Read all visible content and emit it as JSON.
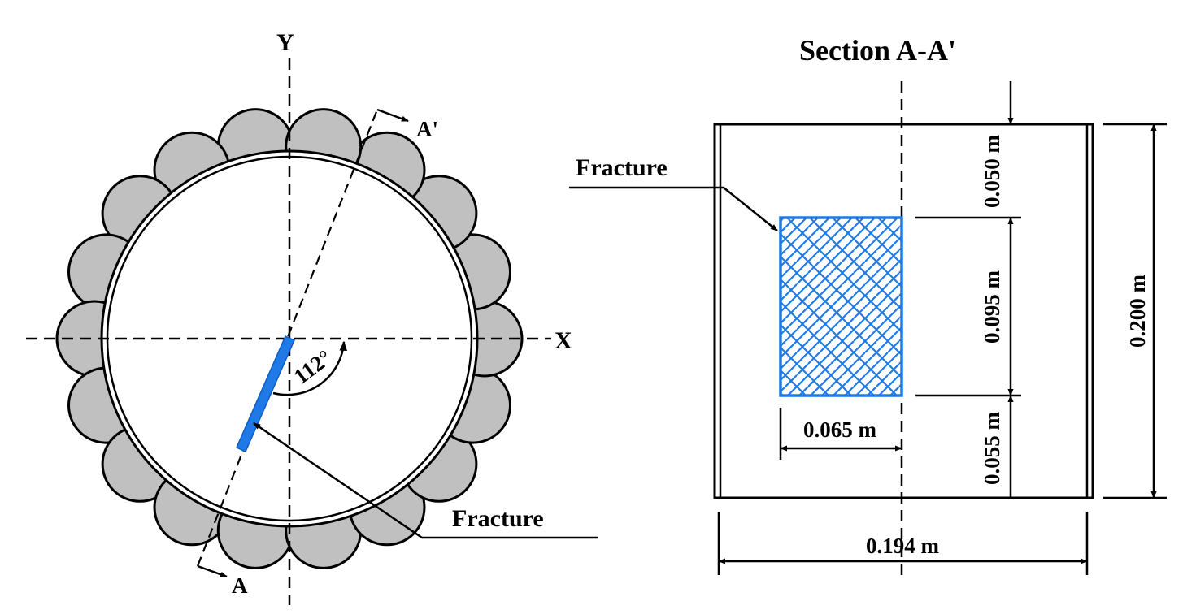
{
  "plan_view": {
    "y_axis_label": "Y",
    "x_axis_label": "X",
    "section_start_label": "A",
    "section_end_label": "A'",
    "angle_label": "112°",
    "fracture_label": "Fracture",
    "angle_deg": 112,
    "lobe_count": 18
  },
  "section_view": {
    "title": "Section A-A'",
    "fracture_label": "Fracture",
    "dim_top": "0.050 m",
    "dim_fracture_height": "0.095 m",
    "dim_bottom": "0.055 m",
    "dim_total_height": "0.200 m",
    "dim_fracture_width": "0.065 m",
    "dim_total_width": "0.194 m"
  },
  "colors": {
    "fracture": "#1f7ae8",
    "lobe_fill": "#c0c0c0",
    "line": "#000000",
    "background": "#ffffff"
  }
}
